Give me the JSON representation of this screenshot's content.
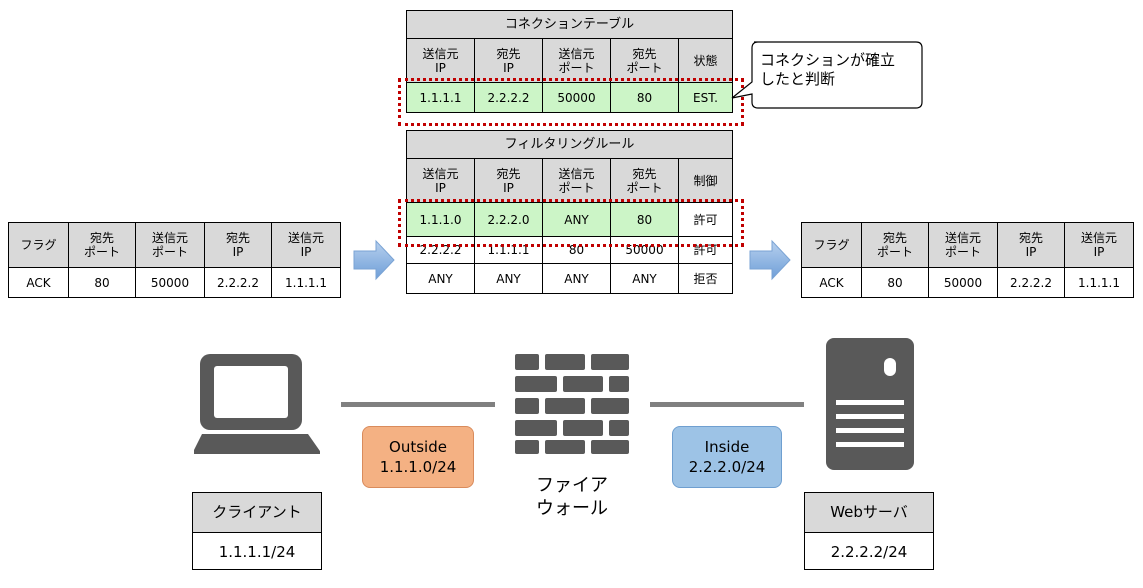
{
  "colors": {
    "header_gray": "#d9d9d9",
    "row_green": "#ccf5c7",
    "highlight_red": "#c00000",
    "arrow_blue": "#8eb4e3",
    "outside_pill": "#f4b183",
    "inside_pill": "#9dc3e6",
    "icon_gray": "#595959"
  },
  "connection_table": {
    "title": "コネクションテーブル",
    "headers": [
      "送信元\nIP",
      "宛先\nIP",
      "送信元\nポート",
      "宛先\nポート",
      "状態"
    ],
    "row": [
      "1.1.1.1",
      "2.2.2.2",
      "50000",
      "80",
      "EST."
    ]
  },
  "callout": {
    "text": "コネクションが確立\nしたと判断"
  },
  "filter_table": {
    "title": "フィルタリングルール",
    "headers": [
      "送信元\nIP",
      "宛先\nIP",
      "送信元\nポート",
      "宛先\nポート",
      "制御"
    ],
    "rows": [
      [
        "1.1.1.0",
        "2.2.2.0",
        "ANY",
        "80",
        "許可"
      ],
      [
        "2.2.2.2",
        "1.1.1.1",
        "80",
        "50000",
        "許可"
      ],
      [
        "ANY",
        "ANY",
        "ANY",
        "ANY",
        "拒否"
      ]
    ]
  },
  "left_packet": {
    "headers": [
      "フラグ",
      "宛先\nポート",
      "送信元\nポート",
      "宛先\nIP",
      "送信元\nIP"
    ],
    "row": [
      "ACK",
      "80",
      "50000",
      "2.2.2.2",
      "1.1.1.1"
    ]
  },
  "right_packet": {
    "headers": [
      "フラグ",
      "宛先\nポート",
      "送信元\nポート",
      "宛先\nIP",
      "送信元\nIP"
    ],
    "row": [
      "ACK",
      "80",
      "50000",
      "2.2.2.2",
      "1.1.1.1"
    ]
  },
  "network": {
    "outside": {
      "name": "Outside",
      "subnet": "1.1.1.0/24"
    },
    "inside": {
      "name": "Inside",
      "subnet": "2.2.2.0/24"
    },
    "firewall_label": "ファイア\nウォール",
    "client": {
      "title": "クライアント",
      "ip": "1.1.1.1/24"
    },
    "server": {
      "title": "Webサーバ",
      "ip": "2.2.2.2/24"
    }
  }
}
